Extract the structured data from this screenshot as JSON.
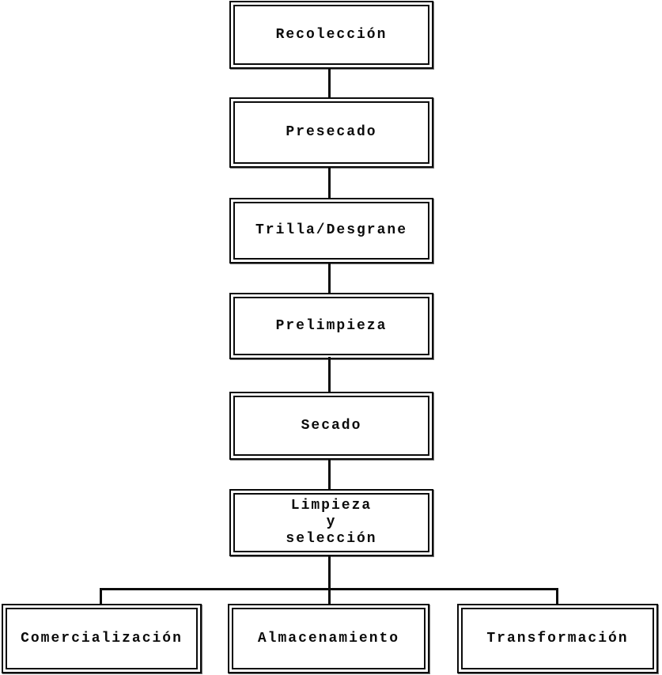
{
  "diagram": {
    "type": "flowchart",
    "language": "es",
    "colors": {
      "background": "#ffffff",
      "line": "#0b0b0b",
      "text": "#0b0b0b",
      "box_fill": "#ffffff"
    },
    "steps": [
      {
        "id": "recoleccion",
        "label": "Recolección"
      },
      {
        "id": "presecado",
        "label": "Presecado"
      },
      {
        "id": "trilla-desgrane",
        "label": "Trilla/Desgrane"
      },
      {
        "id": "prelimpieza",
        "label": "Prelimpieza"
      },
      {
        "id": "secado",
        "label": "Secado"
      },
      {
        "id": "limpieza-y-seleccion",
        "label": "Limpieza\ny\nselección"
      }
    ],
    "outcomes": [
      {
        "id": "comercializacion",
        "label": "Comercialización"
      },
      {
        "id": "almacenamiento",
        "label": "Almacenamiento"
      },
      {
        "id": "transformacion",
        "label": "Transformación"
      }
    ],
    "edges": [
      "Recolección → Presecado",
      "Presecado → Trilla/Desgrane",
      "Trilla/Desgrane → Prelimpieza",
      "Prelimpieza → Secado",
      "Secado → Limpieza y selección",
      "Limpieza y selección → Comercialización",
      "Limpieza y selección → Almacenamiento",
      "Limpieza y selección → Transformación"
    ]
  }
}
